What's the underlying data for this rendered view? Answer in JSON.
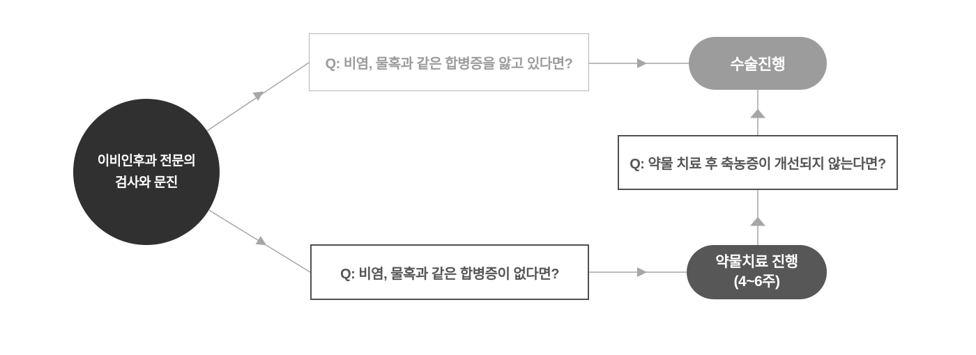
{
  "colors": {
    "background": "#ffffff",
    "start_circle": "#303030",
    "surgery_pill": "#9c9c9c",
    "medication_pill": "#575757",
    "light_box_border": "#b5b5b5",
    "light_box_text": "#9c9c9c",
    "dark_box_border": "#4f4f4f",
    "dark_box_text": "#555555",
    "connector": "#a6a6a6",
    "node_text": "#ffffff"
  },
  "nodes": {
    "start": {
      "line1": "이비인후과 전문의",
      "line2": "검사와 문진"
    },
    "question_top": {
      "label": "Q: 비염, 물혹과 같은 합병증을 앓고 있다면?"
    },
    "question_bottom": {
      "label": "Q: 비염, 물혹과 같은 합병증이 없다면?"
    },
    "question_middle": {
      "label": "Q: 약물 치료 후 축농증이 개선되지 않는다면?"
    },
    "surgery": {
      "label": "수술진행"
    },
    "medication": {
      "line1": "약물치료 진행",
      "line2": "(4~6주)"
    }
  }
}
